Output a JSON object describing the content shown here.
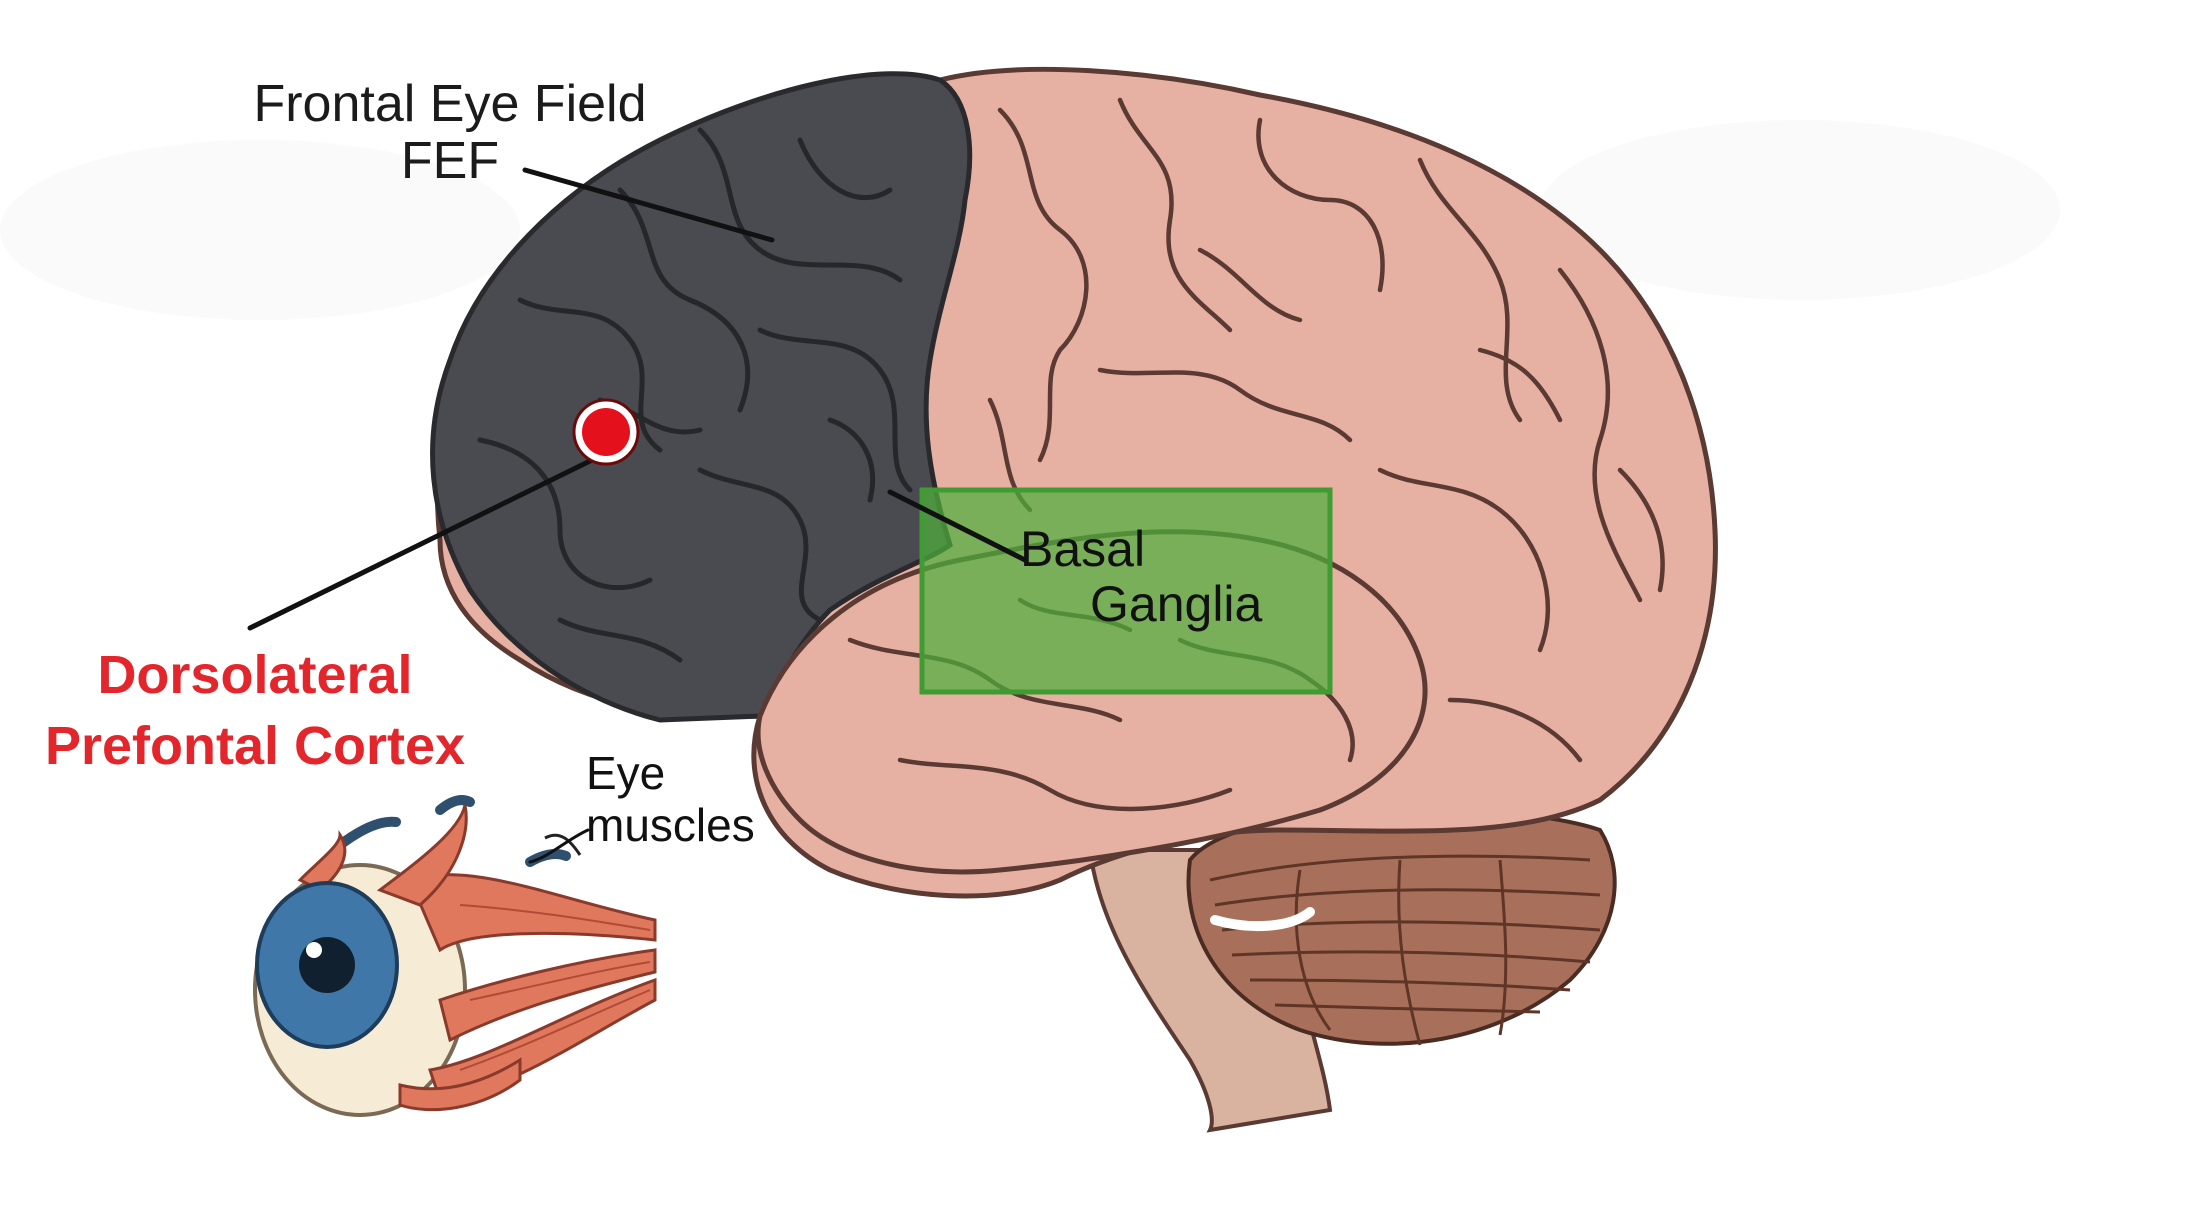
{
  "labels": {
    "fef_line1": "Frontal Eye Field",
    "fef_line2": "FEF",
    "basal_line1": "Basal",
    "basal_line2": "Ganglia",
    "dlpfc_line1": "Dorsolateral",
    "dlpfc_line2": "Prefontal Cortex",
    "eye_line1": "Eye",
    "eye_line2": "muscles"
  },
  "colors": {
    "frontal_lobe": "#4a4b50",
    "cortex": "#e6b0a2",
    "sulcus_line": "#5b3a33",
    "cerebellum": "#a8705a",
    "brainstem": "#d9b39f",
    "marker": "#e4101b",
    "highlight_box": "#4fae3d",
    "dlpfc_text": "#e2262b",
    "iris": "#3f78a8",
    "muscle": "#e0785e"
  },
  "icons": {
    "marker": "red-dot-icon",
    "eye": "eyeball-icon"
  }
}
